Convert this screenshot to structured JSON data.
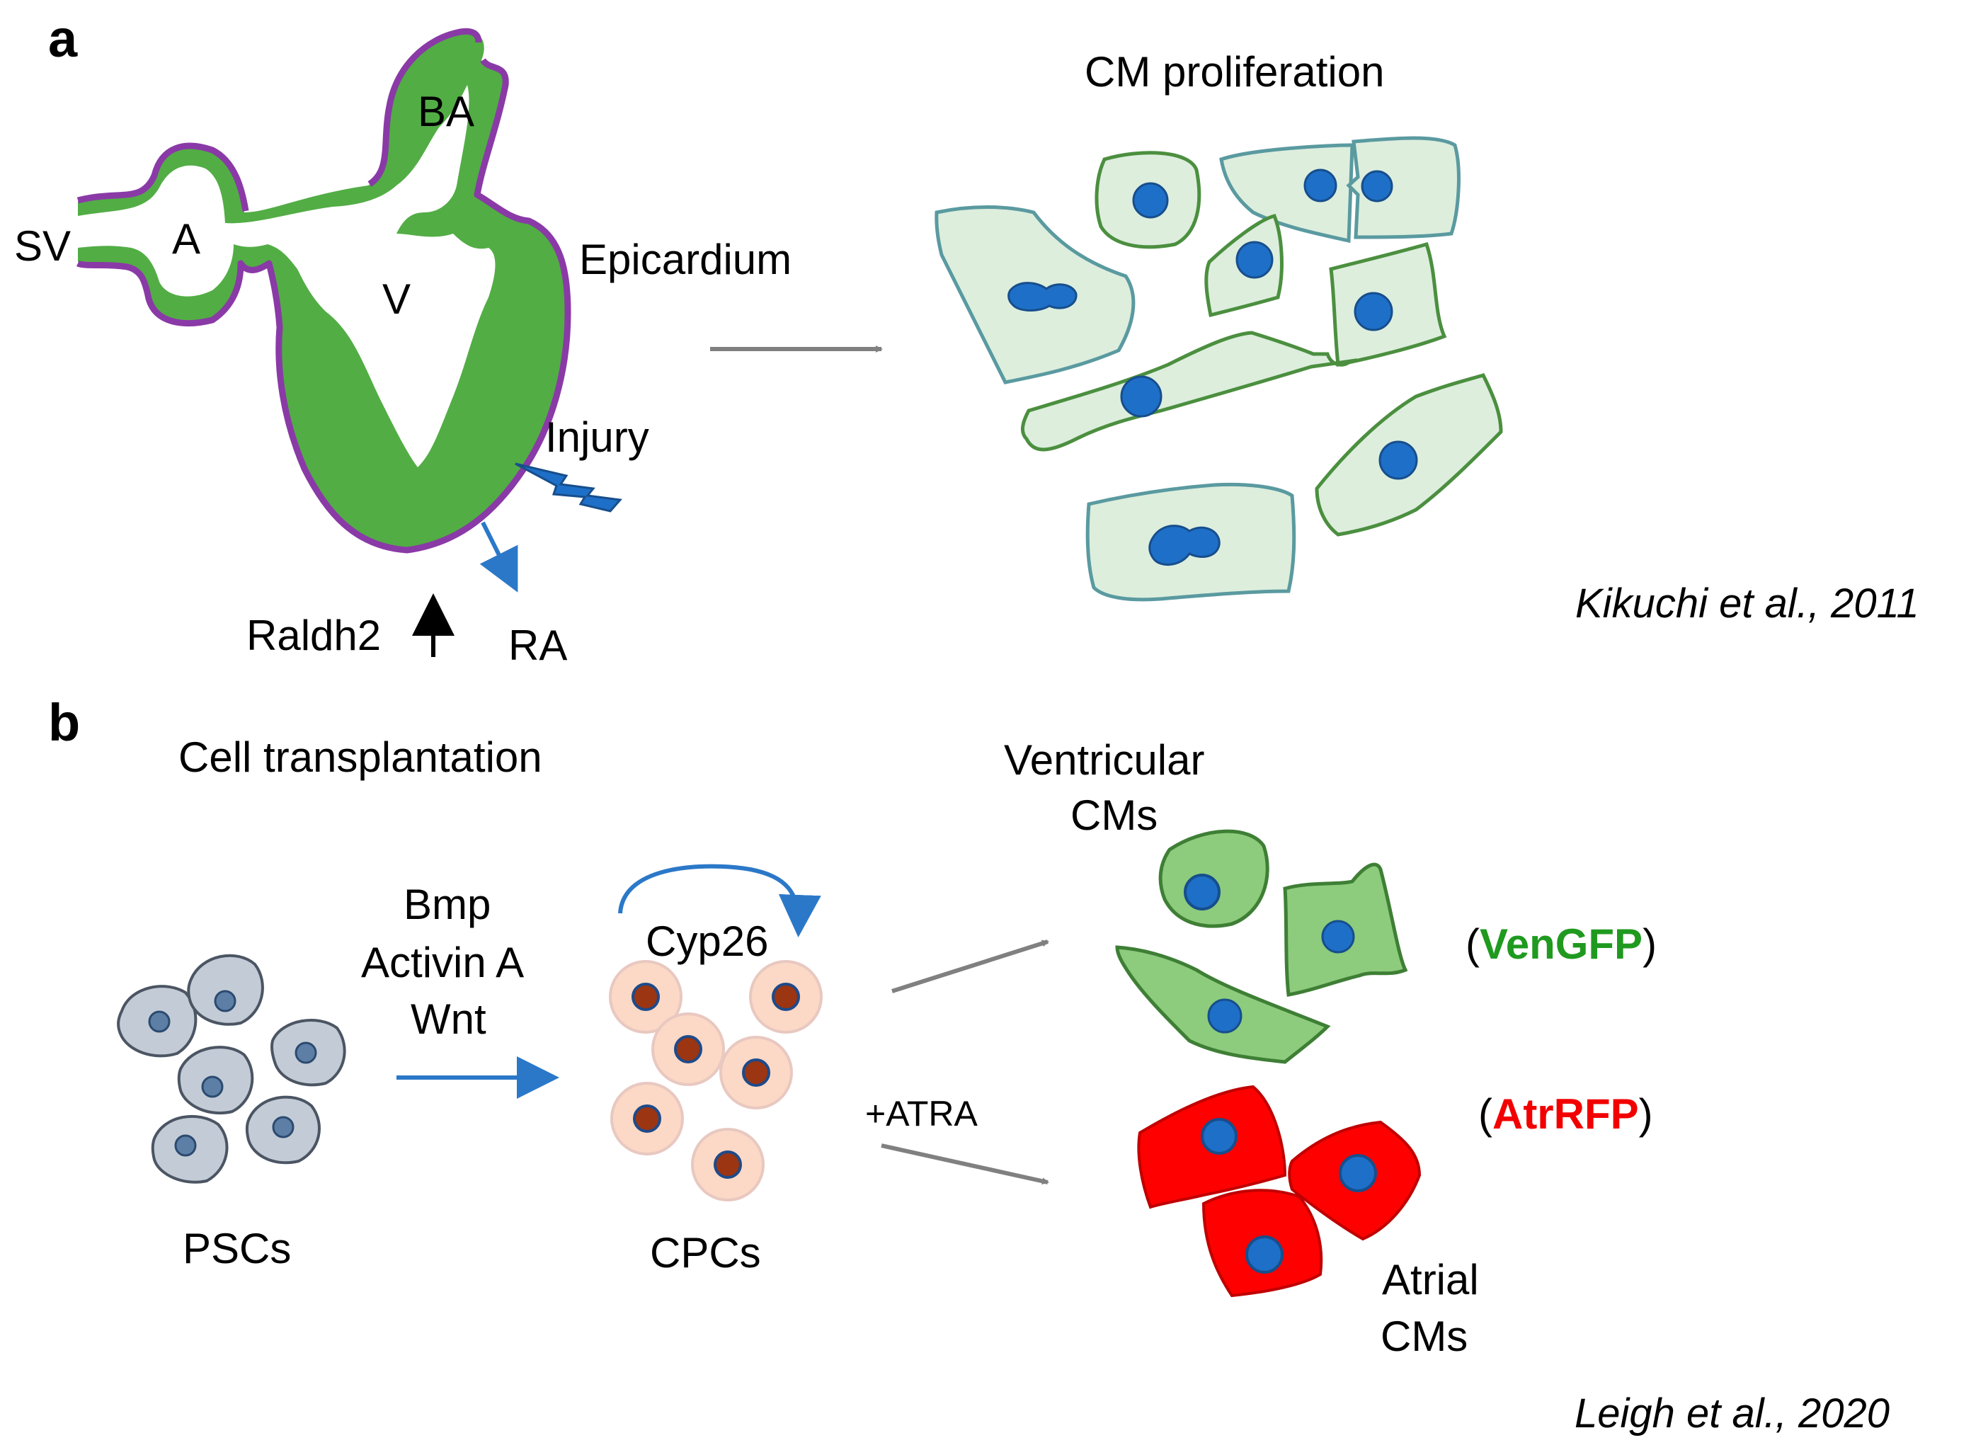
{
  "panel_a": {
    "letter": "a",
    "heart_labels": {
      "sv": "SV",
      "a": "A",
      "ba": "BA",
      "v": "V"
    },
    "epicardium": "Epicardium",
    "injury": "Injury",
    "raldh2": "Raldh2",
    "ra": "RA",
    "result_title": "CM proliferation",
    "citation": "Kikuchi et al., 2011"
  },
  "panel_b": {
    "letter": "b",
    "title": "Cell transplantation",
    "psc_label": "PSCs",
    "factors": [
      "Bmp",
      "Activin A",
      "Wnt"
    ],
    "cyp26": "Cyp26",
    "cpc_label": "CPCs",
    "atra": "+ATRA",
    "ventricular": [
      "Ventricular",
      "CMs"
    ],
    "atrial": [
      "Atrial",
      "CMs"
    ],
    "vengfp": {
      "open": "(",
      "name": "VenGFP",
      "close": ")"
    },
    "atrrfp": {
      "open": "(",
      "name": "AtrRFP",
      "close": ")"
    },
    "citation": "Leigh et al., 2020"
  },
  "colors": {
    "myocardium": "#52ad45",
    "epicardium_outline": "#8a3aa6",
    "cm_fill_light": "#ddeedd",
    "cm_outline": "#4b8f3f",
    "nucleus": "#1e6fc7",
    "psc_fill": "#c3ccd6",
    "cpc_fill": "#fbd9c6",
    "cpc_nucleus": "#9b3512",
    "ventricular_fill": "#8ccc7c",
    "atrial_fill": "#ff0000",
    "arrow_gray": "#808080",
    "arrow_blue": "#2b78c8"
  }
}
